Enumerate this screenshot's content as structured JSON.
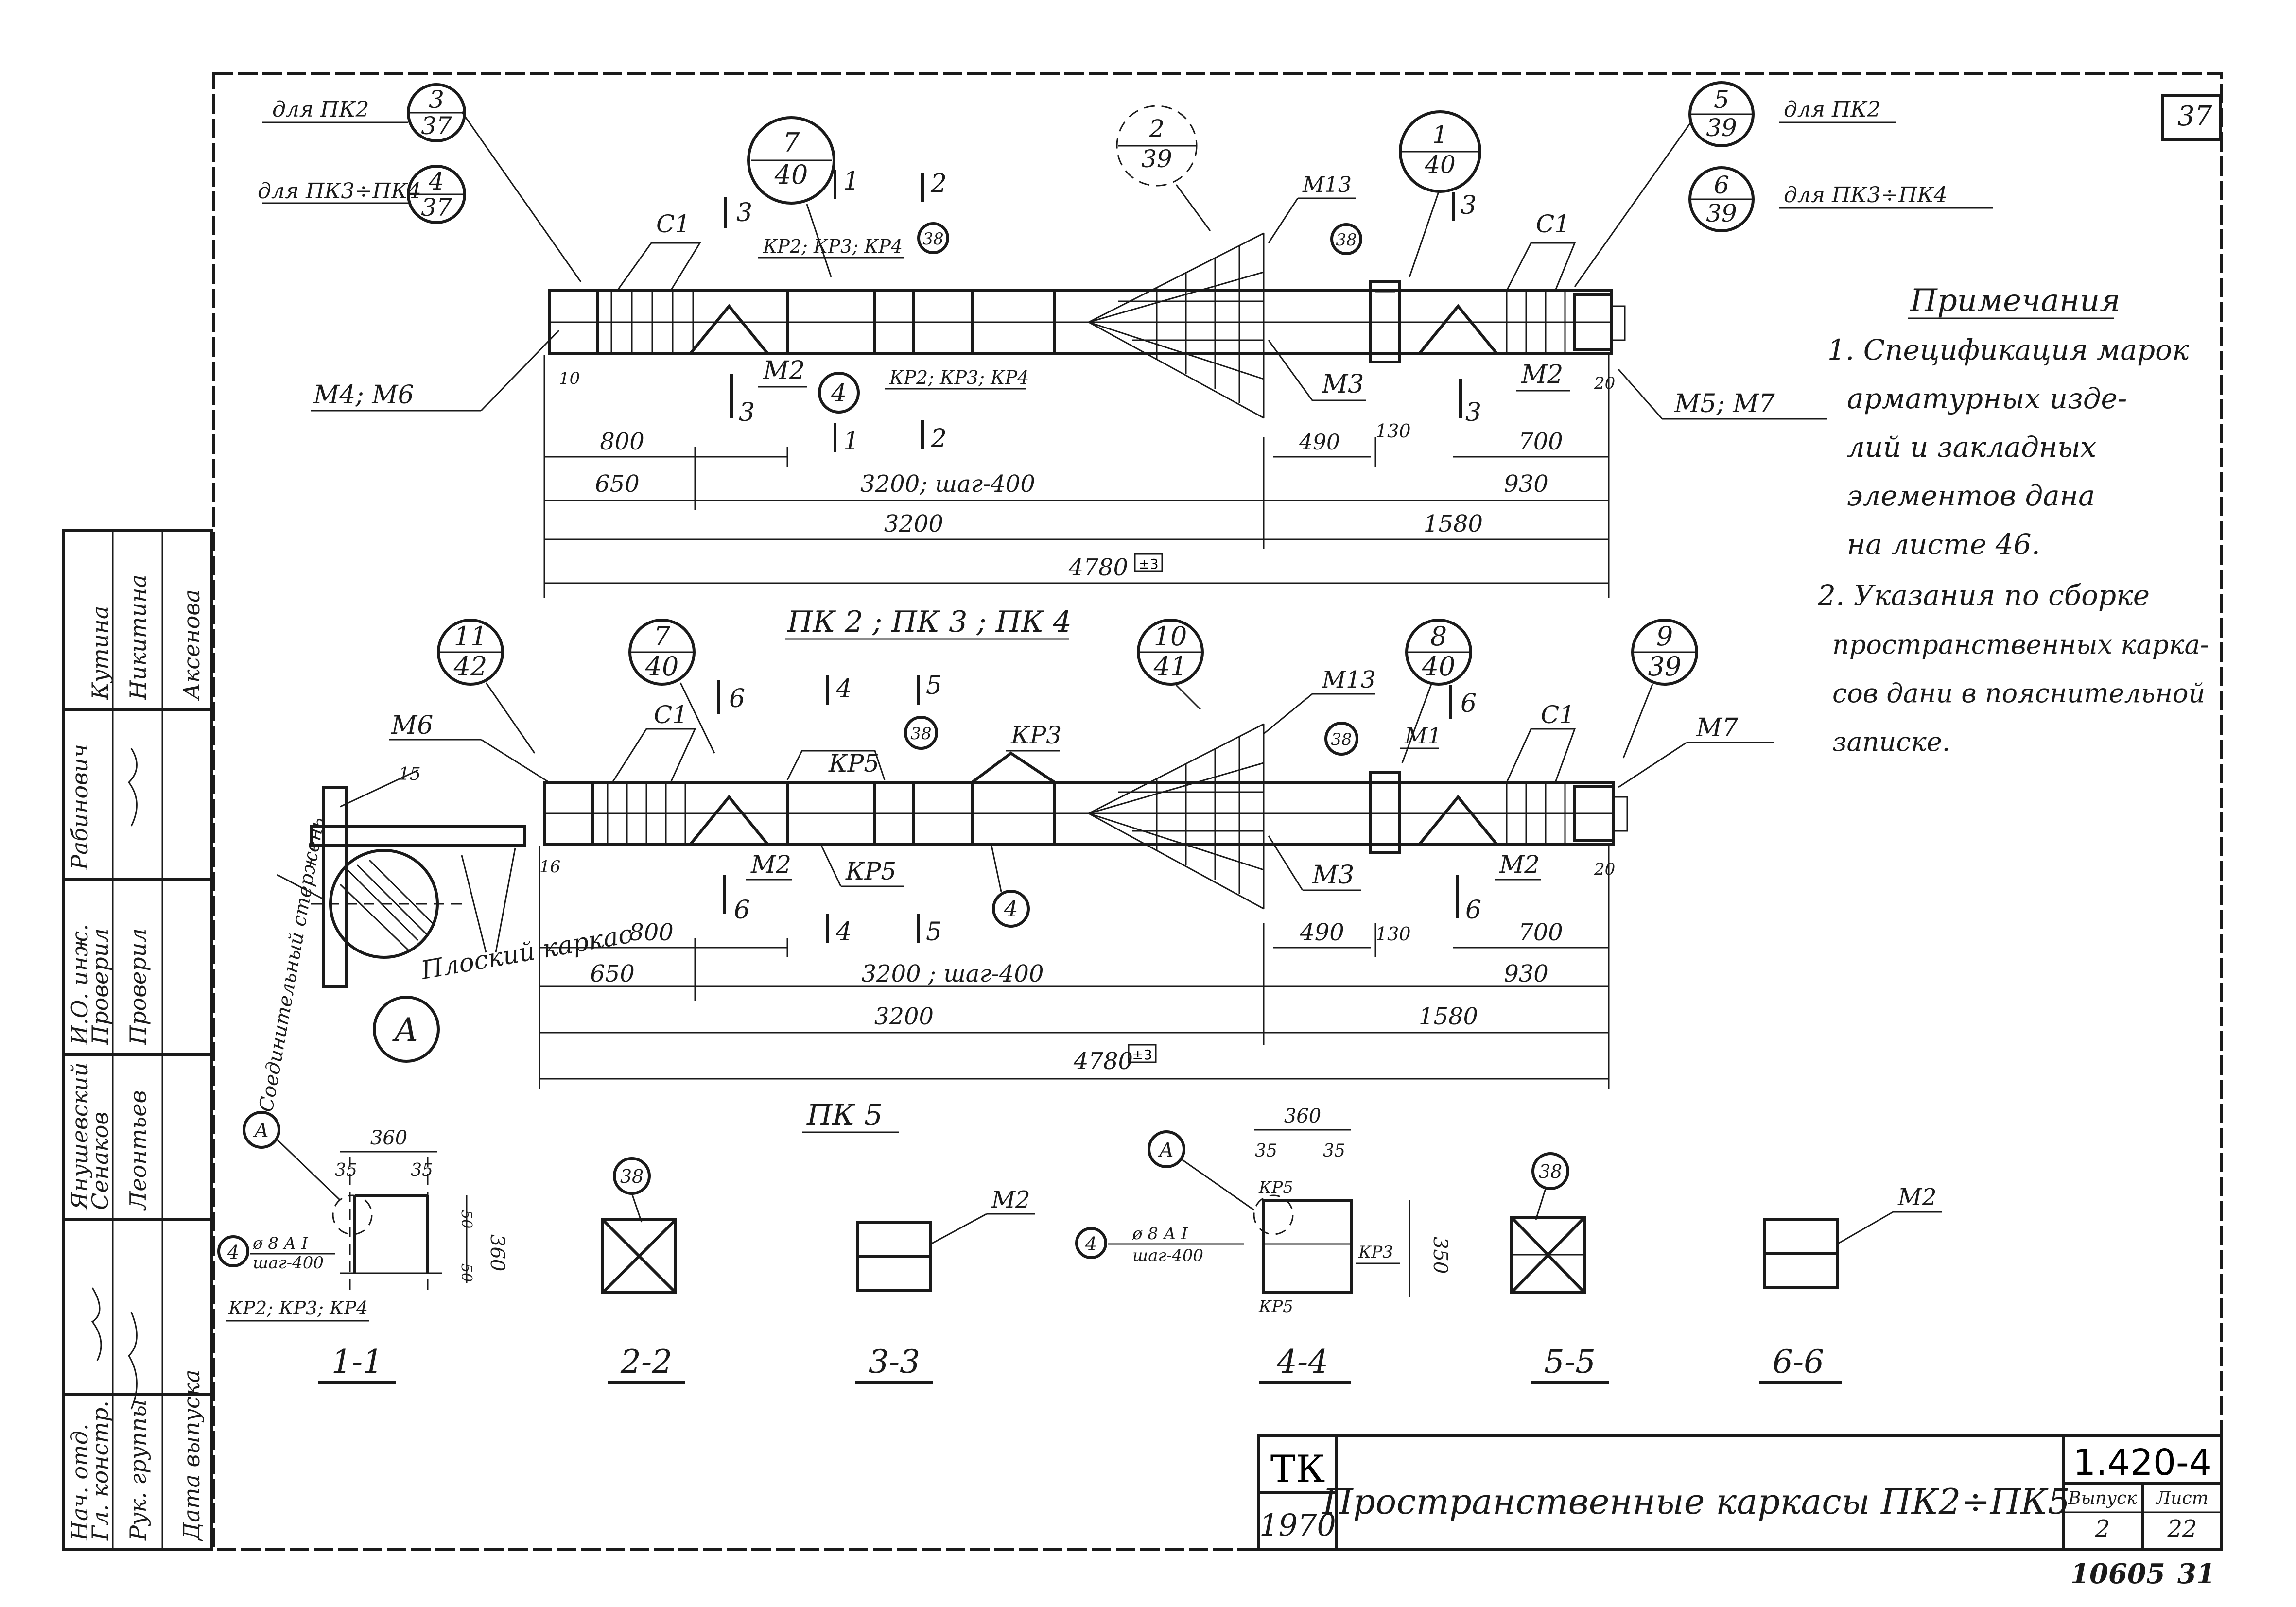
{
  "sheet_corner": "37",
  "callouts_top": [
    {
      "id": "c_t1",
      "num": "3",
      "sheet": "37"
    },
    {
      "id": "c_t2",
      "num": "4",
      "sheet": "37"
    },
    {
      "id": "c_t3",
      "num": "7",
      "sheet": "40"
    },
    {
      "id": "c_t4",
      "num": "2",
      "sheet": "39"
    },
    {
      "id": "c_t5",
      "num": "1",
      "sheet": "40"
    },
    {
      "id": "c_t6",
      "num": "5",
      "sheet": "39"
    },
    {
      "id": "c_t7",
      "num": "6",
      "sheet": "39"
    }
  ],
  "notes_top": {
    "for_pk2_left": "для ПК2",
    "for_pk3_pk4_left": "для ПК3÷ПК4",
    "for_pk2_right": "для ПК2",
    "for_pk3_pk4_right": "для ПК3÷ПК4"
  },
  "top_view": {
    "title": "ПК 2 ; ПК 3 ; ПК 4",
    "labels": {
      "c1": "С1",
      "m4m6": "М4; М6",
      "m5m7": "М5; М7",
      "m2a": "М2",
      "m2b": "М2",
      "m3": "М3",
      "m13": "М13",
      "kr_top": "КР2; КР3; КР4",
      "kr_bottom": "КР2; КР3; КР4",
      "circle4": "4",
      "circle38": "38",
      "d10": "10",
      "d20": "20",
      "d130": "130"
    },
    "sections": {
      "s1": "1",
      "s2": "2",
      "s3": "3"
    },
    "dims": {
      "d800": "800",
      "d650": "650",
      "d_step": "3200; шаг-400",
      "d3200": "3200",
      "d700": "700",
      "d930": "930",
      "d1580": "1580",
      "d4780": "4780",
      "tol": "±3",
      "d490": "490"
    }
  },
  "bottom_view": {
    "title": "ПК 5",
    "callouts": [
      {
        "id": "c_b1",
        "num": "11",
        "sheet": "42"
      },
      {
        "id": "c_b2",
        "num": "7",
        "sheet": "40"
      },
      {
        "id": "c_b3",
        "num": "10",
        "sheet": "41"
      },
      {
        "id": "c_b4",
        "num": "8",
        "sheet": "40"
      },
      {
        "id": "c_b5",
        "num": "9",
        "sheet": "39"
      }
    ],
    "labels": {
      "m6": "М6",
      "m7": "М7",
      "c1": "С1",
      "kr5a": "КР5",
      "kr5b": "КР5",
      "kr3": "КР3",
      "m2a": "М2",
      "m2b": "М2",
      "m3": "М3",
      "m13": "М13",
      "m1": "М1",
      "c38a": "38",
      "c38b": "38",
      "circle4": "4",
      "d16": "16",
      "d20": "20",
      "d130": "130",
      "d15": "15"
    },
    "sections": {
      "s4": "4",
      "s5": "5",
      "s6": "6"
    },
    "dims": {
      "d800": "800",
      "d650": "650",
      "d_step": "3200 ; шаг-400",
      "d3200": "3200",
      "d490": "490",
      "d700": "700",
      "d930": "930",
      "d1580": "1580",
      "d4780": "4780",
      "tol": "±3"
    }
  },
  "detail_a": {
    "letter": "А",
    "flat_frame": "Плоский каркас",
    "connector": "Соединительный стержень"
  },
  "cross_sections": [
    {
      "id": "s11",
      "label": "1-1"
    },
    {
      "id": "s22",
      "label": "2-2"
    },
    {
      "id": "s33",
      "label": "3-3"
    },
    {
      "id": "s44",
      "label": "4-4"
    },
    {
      "id": "s55",
      "label": "5-5"
    },
    {
      "id": "s66",
      "label": "6-6"
    }
  ],
  "section_texts": {
    "d360a": "360",
    "d35a": "35",
    "d35b": "35",
    "d360v": "360",
    "d50a": "50",
    "d50b": "50",
    "rebar1": "ø 8 А I",
    "step1": "шаг-400",
    "kr_list": "КР2; КР3; КР4",
    "c38_s2": "38",
    "m2_s3": "М2",
    "d360b": "360",
    "d35c": "35",
    "d35d": "35",
    "d350": "350",
    "rebar2": "ø 8 А I",
    "step2": "шаг-400",
    "kr5_s4a": "КР5",
    "kr3_s4": "КР3",
    "kr5_s4b": "КР5",
    "c38_s5": "38",
    "m2_s6": "М2",
    "a_s1": "А",
    "a_s4": "А",
    "n4a": "4",
    "n4b": "4"
  },
  "notes": {
    "title": "Примечания",
    "lines": [
      "1. Спецификация марок",
      "арматурных изде-",
      "лий и закладных",
      "элементов дана",
      "на листе 46.",
      "2. Указания по сборке",
      "пространственных карка-",
      "сов дани в пояснительной",
      "записке."
    ]
  },
  "signatures": {
    "rows": [
      {
        "role": "Нач. отд.",
        "name": "Янушевский",
        "sign": ""
      },
      {
        "role": "Гл. констр.",
        "name": "Сенаков",
        "sign": ""
      },
      {
        "role": "Рук. группы",
        "name": "Леонтьев",
        "sign": ""
      },
      {
        "role": "И.О. инж.",
        "name": "Рабинович",
        "sign": ""
      },
      {
        "role": "Проверил",
        "name": "Кутина",
        "sign": ""
      },
      {
        "role": "Проверил",
        "name": "Никитина",
        "sign": ""
      },
      {
        "role": "Дата выпуска",
        "name": "Аксенова",
        "sign": ""
      }
    ]
  },
  "title_block": {
    "org": "ТК",
    "year": "1970",
    "title": "Пространственные каркасы ПК2÷ПК5",
    "code": "1.420-4",
    "issue_label": "Выпуск",
    "issue": "2",
    "sheet_label": "Лист",
    "sheet": "22",
    "archive": "10605",
    "archive_sheet": "31"
  }
}
